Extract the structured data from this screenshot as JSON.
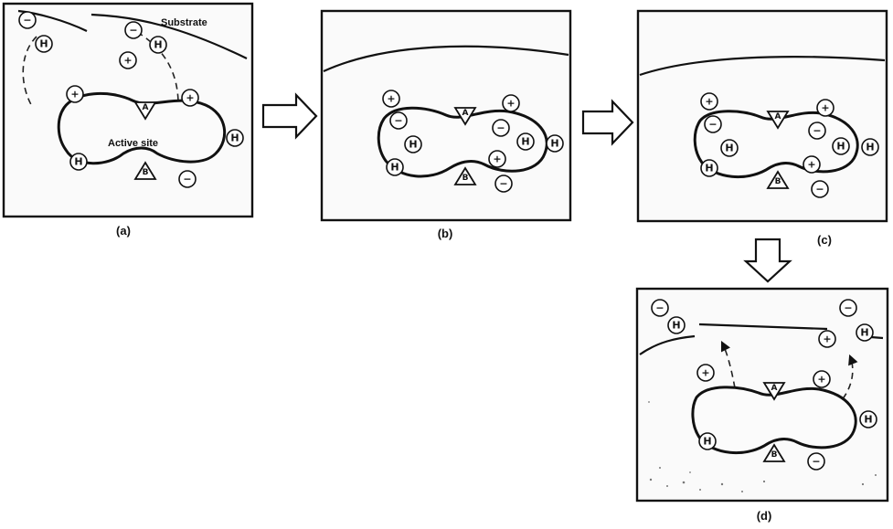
{
  "panels": [
    {
      "id": "a",
      "label": "(a)",
      "substrate_label": "Substrate",
      "active_site_label": "Active site"
    },
    {
      "id": "b",
      "label": "(b)"
    },
    {
      "id": "c",
      "label": "(c)"
    },
    {
      "id": "d",
      "label": "(d)"
    }
  ],
  "symbols": {
    "positive": "+",
    "negative": "−",
    "hydrophobic": "H",
    "acid": "A",
    "base": "B"
  },
  "colors": {
    "line": "#111111",
    "background": "#ffffff"
  }
}
